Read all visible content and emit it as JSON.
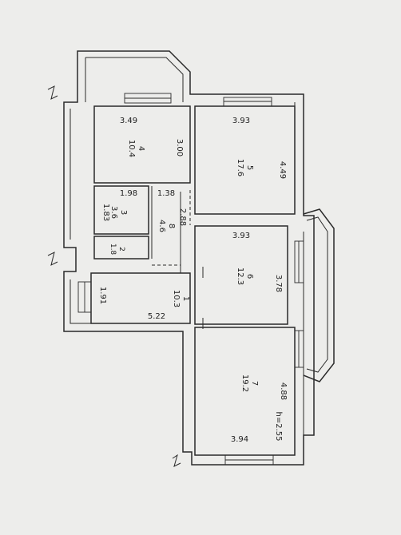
{
  "plan": {
    "rooms": [
      {
        "id": "r1",
        "number": "1",
        "area": "10.3"
      },
      {
        "id": "r2",
        "number": "2",
        "area": "1.8"
      },
      {
        "id": "r3",
        "number": "3",
        "area": "3.6"
      },
      {
        "id": "r4",
        "number": "4",
        "area": "10.4"
      },
      {
        "id": "r5",
        "number": "5",
        "area": "17.6"
      },
      {
        "id": "r6",
        "number": "6",
        "area": "12.3"
      },
      {
        "id": "r7",
        "number": "7",
        "area": "19.2"
      },
      {
        "id": "r8",
        "number": "8",
        "area": "4.6"
      }
    ],
    "dimensions": [
      "3.49",
      "3.00",
      "3.93",
      "4.49",
      "1.98",
      "1.38",
      "1.83",
      "2.88",
      "3.93",
      "3.78",
      "1.91",
      "5.22",
      "4.88",
      "3.94"
    ],
    "ceiling_height": "h=2.55"
  }
}
